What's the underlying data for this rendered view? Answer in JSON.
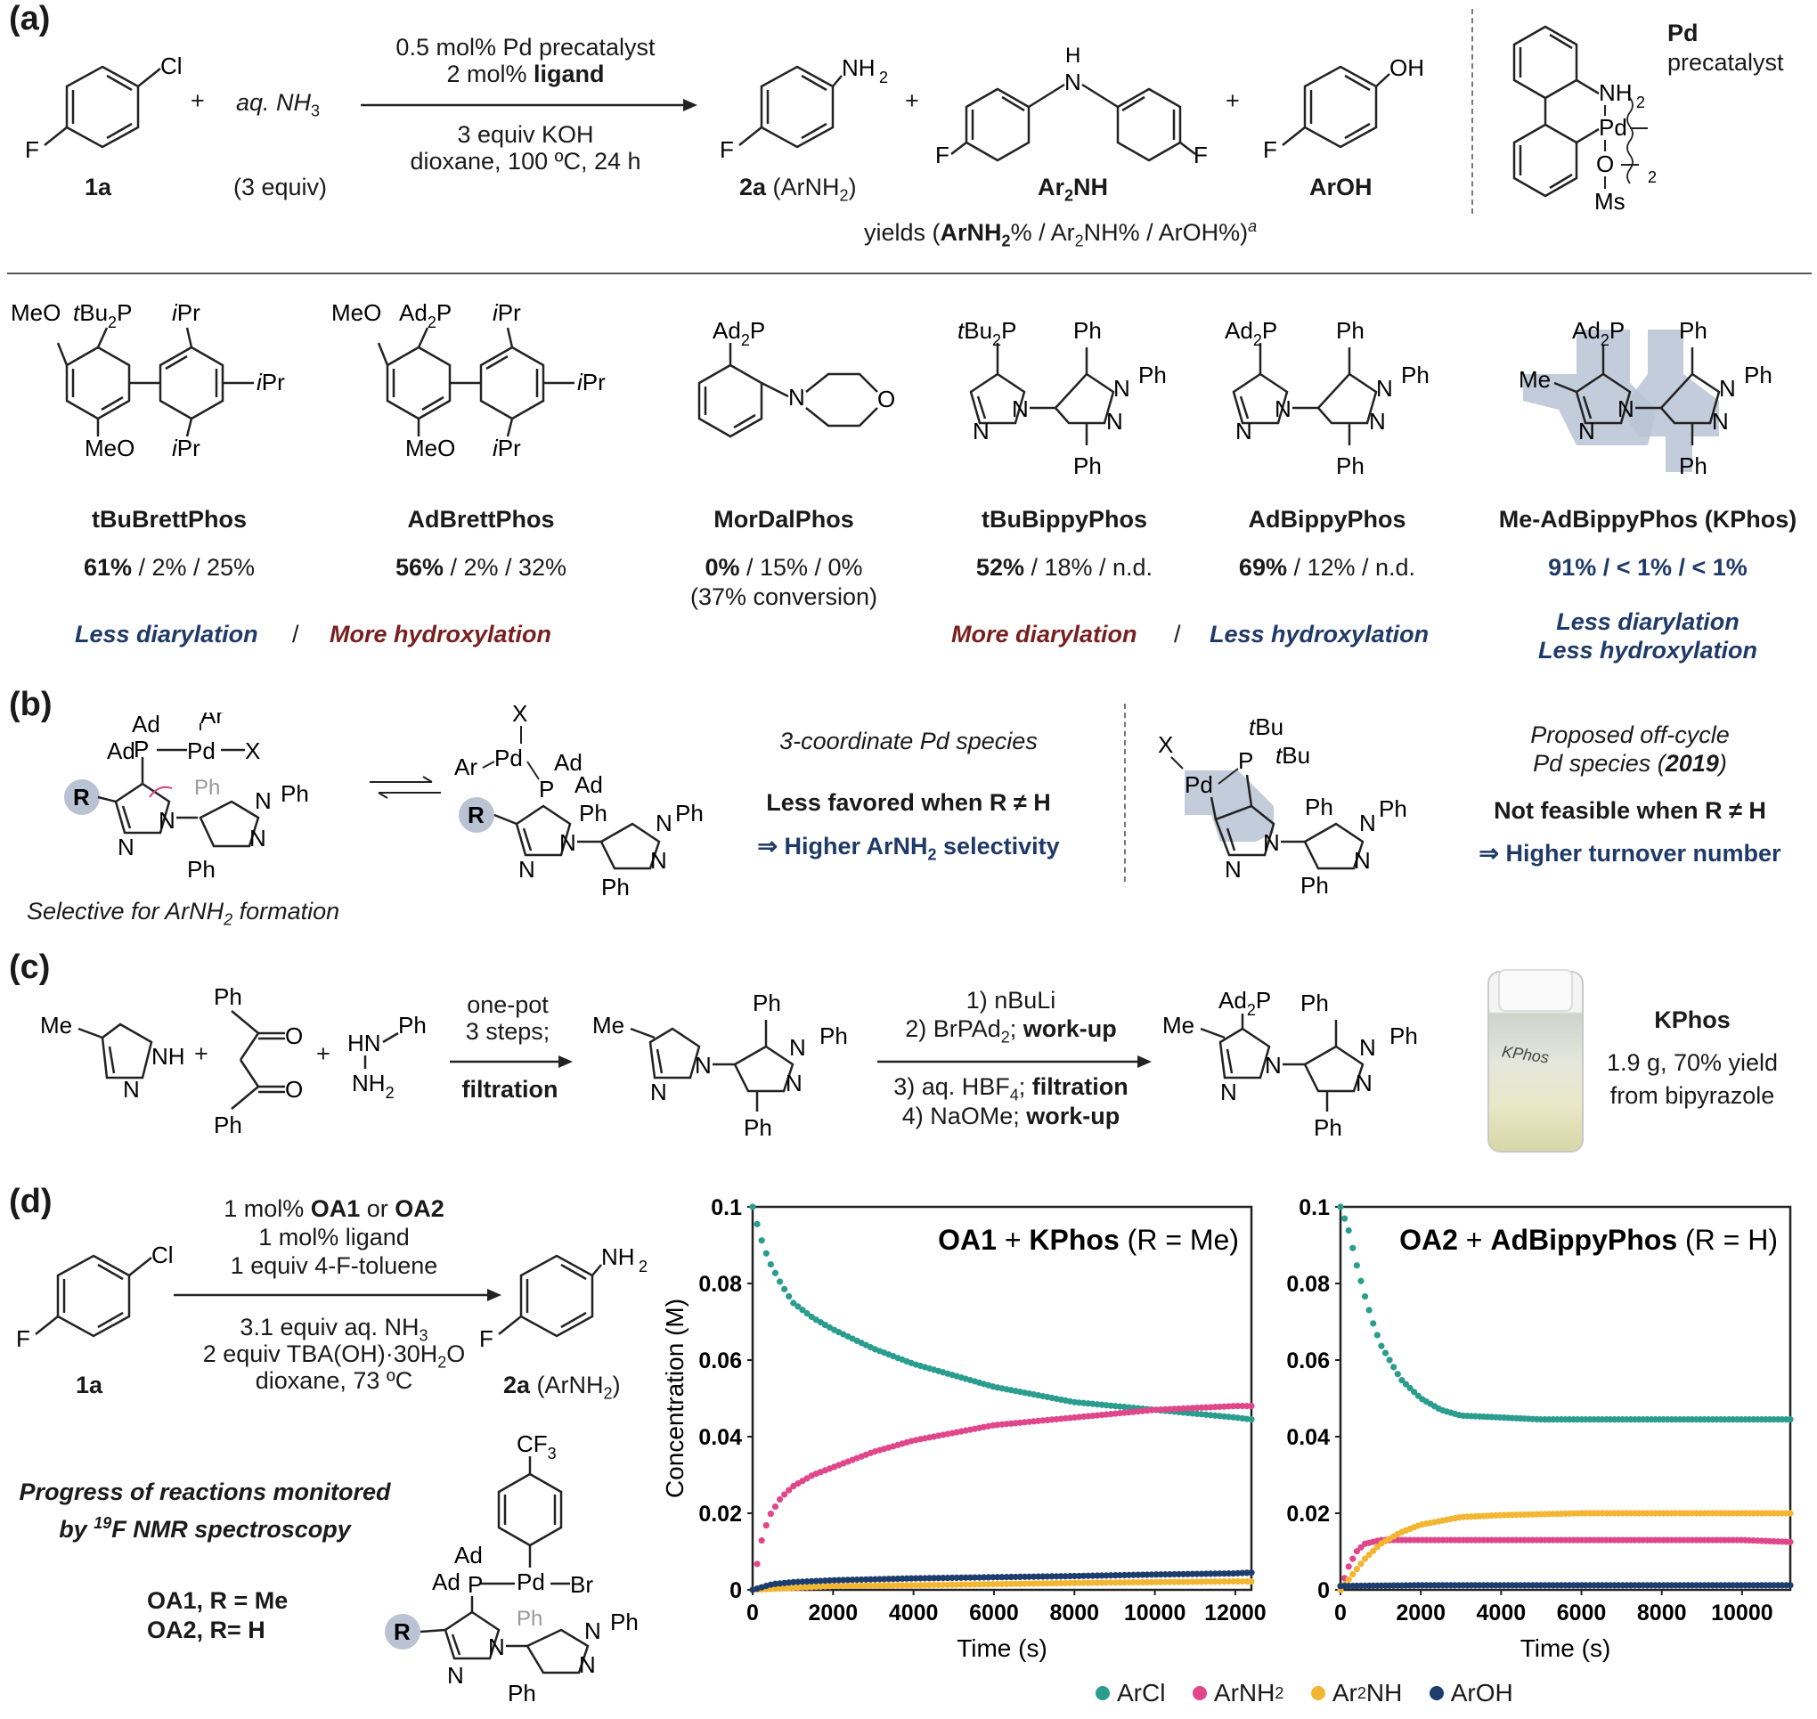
{
  "panels": {
    "a": "(a)",
    "b": "(b)",
    "c": "(c)",
    "d": "(d)"
  },
  "a": {
    "substrate_label": "1a",
    "reagent": "aq. NH",
    "reagent_sub": "3",
    "reagent_equiv": "(3 equiv)",
    "cond1": "0.5 mol% Pd precatalyst",
    "cond2a": "2 mol% ",
    "cond2b": "ligand",
    "cond3": "3 equiv KOH",
    "cond4": "dioxane, 100 ºC, 24 h",
    "prod1_label": "2a",
    "prod1_sub": " (ArNH",
    "prod1_sub2": "2",
    "prod1_end": ")",
    "prod2_label": "Ar",
    "prod2_sub": "2",
    "prod2_end": "NH",
    "prod3_label": "ArOH",
    "yields_prefix": "yields (",
    "yields_bold": "ArNH",
    "yields_sub": "2",
    "yields_rest": "% / Ar",
    "yields_rest_sub": "2",
    "yields_rest2": "NH% / ArOH%)",
    "yields_sup": "a",
    "pd_title": "Pd",
    "pd_sub": "precatalyst",
    "plus": "+"
  },
  "ligands": [
    {
      "name": "tBuBrettPhos",
      "y1": "61%",
      "rest": " / 2% / 25%"
    },
    {
      "name": "AdBrettPhos",
      "y1": "56%",
      "rest": " / 2% / 32%"
    },
    {
      "name": "MorDalPhos",
      "y1": "0%",
      "rest": " / 15% / 0%",
      "extra": "(37% conversion)"
    },
    {
      "name": "tBuBippyPhos",
      "y1": "52%",
      "rest": " / 18% / n.d."
    },
    {
      "name": "AdBippyPhos",
      "y1": "69%",
      "rest": " / 12% / n.d."
    },
    {
      "name": "Me-AdBippyPhos (KPhos)",
      "y1": "91% / < 1% / < 1%",
      "rest": ""
    }
  ],
  "ligand_notes": {
    "less_diarylation": "Less diarylation",
    "slash": "/",
    "more_hydroxylation": "More hydroxylation",
    "more_diarylation": "More diarylation",
    "less_hydroxylation": "Less hydroxylation",
    "kphos_note1": "Less diarylation",
    "kphos_note2": "Less hydroxylation"
  },
  "b": {
    "three_coord": "3-coordinate Pd species",
    "less_favored": "Less favored when R ≠ H",
    "higher_sel_pre": "⇒ Higher ArNH",
    "higher_sel_sub": "2",
    "higher_sel_post": " selectivity",
    "selective_pre": "Selective for ArNH",
    "selective_sub": "2",
    "selective_post": " formation",
    "offcycle1": "Proposed off-cycle",
    "offcycle2_pre": "Pd species (",
    "offcycle2_year": "2019",
    "offcycle2_post": ")",
    "not_feasible": "Not feasible when R ≠ H",
    "higher_ton": "⇒ Higher turnover number"
  },
  "c": {
    "step_top1": "one-pot",
    "step_top2": "3 steps;",
    "step_bottom": "filtration",
    "s1": "1) nBuLi",
    "s2_pre": "2) BrPAd",
    "s2_sub": "2",
    "s2_post": "; ",
    "s2_bold": "work-up",
    "s3_pre": "3) aq. HBF",
    "s3_sub": "4",
    "s3_post": "; ",
    "s3_bold": "filtration",
    "s4_pre": "4) NaOMe; ",
    "s4_bold": "work-up",
    "kphos": "KPhos",
    "yield1": "1.9 g, 70% yield",
    "yield2": "from bipyrazole",
    "vial_label": "KPhos"
  },
  "d": {
    "cond1_pre": "1 mol% ",
    "cond1_b1": "OA1",
    "cond1_mid": " or ",
    "cond1_b2": "OA2",
    "cond2": "1 mol% ligand",
    "cond3": "1 equiv 4-F-toluene",
    "cond4": "3.1 equiv aq. NH",
    "cond4_sub": "3",
    "cond5": "2 equiv TBA(OH)·30H",
    "cond5_sub": "2",
    "cond5_end": "O",
    "cond6": "dioxane, 73 ºC",
    "sub_label": "1a",
    "prod_label": "2a",
    "prod_rest": " (ArNH",
    "prod_sub": "2",
    "prod_end": ")",
    "progress1": "Progress of reactions monitored",
    "progress2_pre": "by ",
    "progress2_sup": "19",
    "progress2_post": "F NMR spectroscopy",
    "oa1": "OA1, R = Me",
    "oa2": "OA2, R= H"
  },
  "chart_data": [
    {
      "type": "scatter",
      "title_bold1": "OA1",
      "title_mid": " + ",
      "title_bold2": "KPhos",
      "title_end": " (R = Me)",
      "xlabel": "Time (s)",
      "ylabel": "Concentration (M)",
      "xlim": [
        0,
        12400
      ],
      "ylim": [
        0,
        0.1
      ],
      "xticks": [
        0,
        2000,
        4000,
        6000,
        8000,
        10000,
        12000
      ],
      "yticks": [
        0,
        0.02,
        0.04,
        0.06,
        0.08,
        0.1
      ],
      "series": [
        {
          "name": "ArCl",
          "color": "#2a9d8f",
          "x": [
            0,
            200,
            400,
            700,
            1000,
            1500,
            2000,
            3000,
            4000,
            5000,
            6000,
            7000,
            8000,
            9000,
            10000,
            11000,
            12000,
            12400
          ],
          "y": [
            0.1,
            0.092,
            0.086,
            0.08,
            0.075,
            0.071,
            0.068,
            0.063,
            0.059,
            0.056,
            0.053,
            0.051,
            0.049,
            0.048,
            0.047,
            0.046,
            0.045,
            0.0445
          ]
        },
        {
          "name": "ArNH2",
          "color": "#e0468a",
          "x": [
            0,
            200,
            400,
            700,
            1000,
            1500,
            2000,
            3000,
            4000,
            5000,
            6000,
            7000,
            8000,
            9000,
            10000,
            11000,
            12000,
            12400
          ],
          "y": [
            0,
            0.012,
            0.019,
            0.024,
            0.027,
            0.03,
            0.032,
            0.036,
            0.039,
            0.041,
            0.043,
            0.044,
            0.045,
            0.046,
            0.047,
            0.0475,
            0.048,
            0.048
          ]
        },
        {
          "name": "Ar2NH",
          "color": "#f2b632",
          "x": [
            0,
            1000,
            2000,
            4000,
            6000,
            8000,
            10000,
            12000,
            12400
          ],
          "y": [
            0,
            0.0005,
            0.001,
            0.0012,
            0.0015,
            0.0018,
            0.002,
            0.0022,
            0.0022
          ]
        },
        {
          "name": "ArOH",
          "color": "#1d3d6e",
          "x": [
            0,
            500,
            1000,
            2000,
            4000,
            6000,
            8000,
            10000,
            12000,
            12400
          ],
          "y": [
            0,
            0.0015,
            0.002,
            0.0025,
            0.003,
            0.0033,
            0.0036,
            0.004,
            0.0043,
            0.0045
          ]
        }
      ]
    },
    {
      "type": "scatter",
      "title_bold1": "OA2",
      "title_mid": " + ",
      "title_bold2": "AdBippyPhos",
      "title_end": " (R = H)",
      "xlabel": "Time (s)",
      "ylabel": "",
      "xlim": [
        0,
        11200
      ],
      "ylim": [
        0,
        0.1
      ],
      "xticks": [
        0,
        2000,
        4000,
        6000,
        8000,
        10000
      ],
      "yticks": [
        0,
        0.02,
        0.04,
        0.06,
        0.08,
        0.1
      ],
      "series": [
        {
          "name": "ArCl",
          "color": "#2a9d8f",
          "x": [
            0,
            200,
            400,
            600,
            800,
            1000,
            1500,
            2000,
            2500,
            3000,
            4000,
            5000,
            6000,
            8000,
            10000,
            11200
          ],
          "y": [
            0.1,
            0.094,
            0.085,
            0.077,
            0.07,
            0.064,
            0.055,
            0.05,
            0.047,
            0.0455,
            0.045,
            0.0445,
            0.0445,
            0.0445,
            0.0445,
            0.0445
          ]
        },
        {
          "name": "ArNH2",
          "color": "#e0468a",
          "x": [
            0,
            200,
            400,
            600,
            800,
            1000,
            2000,
            4000,
            6000,
            8000,
            10000,
            11200
          ],
          "y": [
            0,
            0.006,
            0.01,
            0.012,
            0.0125,
            0.013,
            0.013,
            0.013,
            0.013,
            0.013,
            0.013,
            0.0125
          ]
        },
        {
          "name": "Ar2NH",
          "color": "#f2b632",
          "x": [
            0,
            300,
            600,
            1000,
            1500,
            2000,
            2500,
            3000,
            4000,
            6000,
            8000,
            10000,
            11200
          ],
          "y": [
            0,
            0.004,
            0.008,
            0.012,
            0.015,
            0.017,
            0.018,
            0.019,
            0.0195,
            0.02,
            0.02,
            0.02,
            0.02
          ]
        },
        {
          "name": "ArOH",
          "color": "#1d3d6e",
          "x": [
            0,
            2000,
            4000,
            6000,
            8000,
            10000,
            11200
          ],
          "y": [
            0.001,
            0.0012,
            0.0012,
            0.0012,
            0.0012,
            0.0012,
            0.0012
          ]
        }
      ]
    }
  ],
  "legend": [
    {
      "name": "ArCl",
      "color": "#2a9d8f",
      "label": "ArCl"
    },
    {
      "name": "ArNH2",
      "color": "#e0468a",
      "label": "ArNH",
      "sub": "2"
    },
    {
      "name": "Ar2NH",
      "color": "#f2b632",
      "label": "Ar",
      "sub": "2",
      "post": "NH"
    },
    {
      "name": "ArOH",
      "color": "#1d3d6e",
      "label": "ArOH"
    }
  ]
}
